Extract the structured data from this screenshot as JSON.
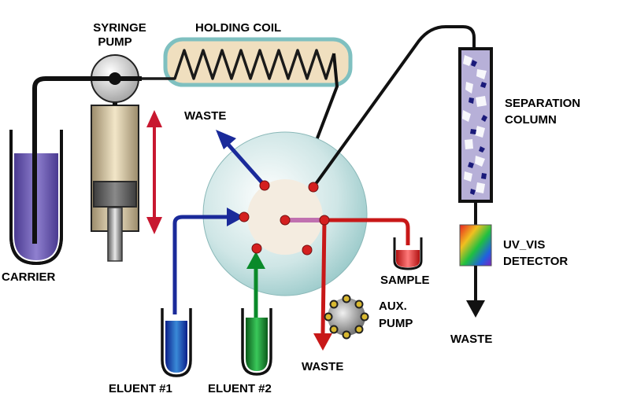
{
  "labels": {
    "syringe_pump_l1": "SYRINGE",
    "syringe_pump_l2": "PUMP",
    "holding_coil": "HOLDING COIL",
    "waste_top": "WASTE",
    "separation_l1": "SEPARATION",
    "separation_l2": "COLUMN",
    "carrier": "CARRIER",
    "uv_vis_l1": "UV_VIS",
    "uv_vis_l2": "DETECTOR",
    "sample": "SAMPLE",
    "aux_pump_l1": "AUX.",
    "aux_pump_l2": "PUMP",
    "waste_right": "WASTE",
    "waste_bottom": "WASTE",
    "eluent1": "ELUENT #1",
    "eluent2": "ELUENT #2"
  },
  "colors": {
    "tubing": "#111111",
    "eluent1_line": "#1a2a9a",
    "eluent2_line": "#0a8a2a",
    "sample_line": "#c81818",
    "port_dot": "#d42020",
    "carrier_liquid": "#6a5aa8",
    "coil_fill": "#f0dfbf",
    "coil_border": "#7fc0c0",
    "valve_outer": "#c8e4e4",
    "valve_inner": "#f4ece0"
  }
}
